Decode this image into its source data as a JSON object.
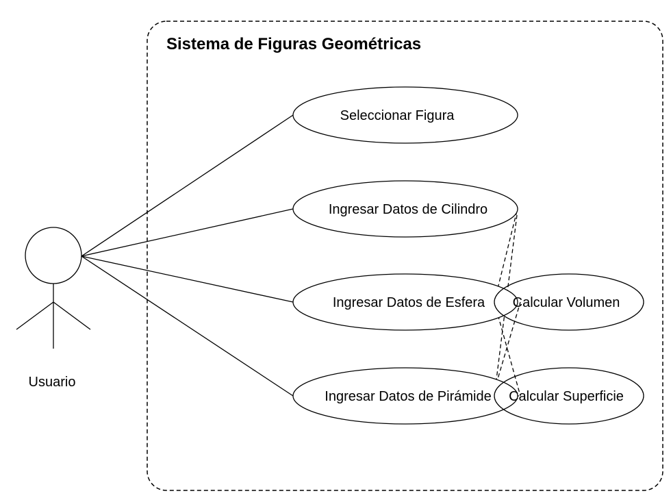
{
  "system": {
    "title": "Sistema de Figuras Geométricas"
  },
  "actor": {
    "name": "Usuario"
  },
  "use_cases": {
    "seleccionar_figura": "Seleccionar Figura",
    "datos_cilindro": "Ingresar Datos de Cilindro",
    "datos_esfera": "Ingresar Datos de Esfera",
    "datos_piramide": "Ingresar Datos de Pirámide",
    "calcular_volumen": "Calcular Volumen",
    "calcular_superficie": "Calcular Superficie"
  },
  "colors": {
    "stroke": "#000000",
    "background": "#ffffff"
  }
}
